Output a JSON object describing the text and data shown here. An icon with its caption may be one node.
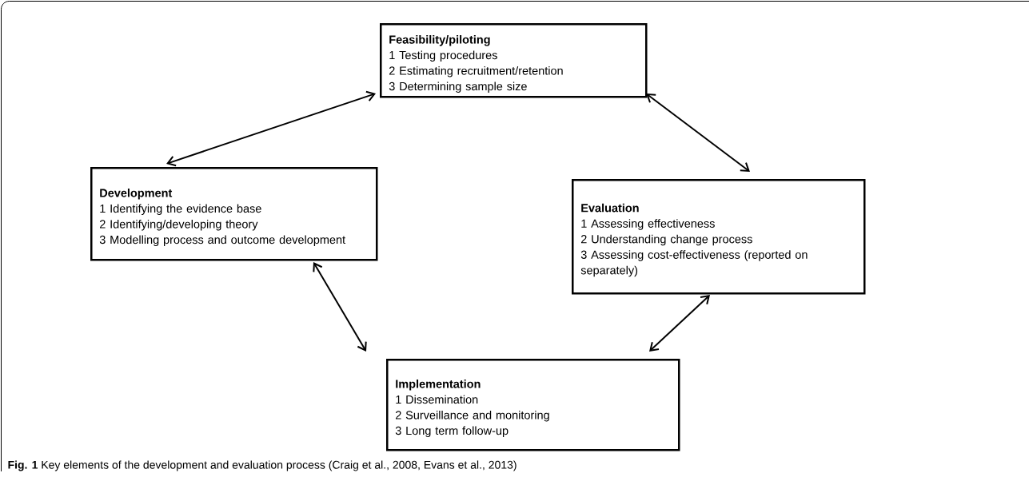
{
  "diagram": {
    "caption": "**Fig. 1** Key elements of the development and evaluation process (Craig et al., 2008, Evans et al., 2013)",
    "nodes": [
      {
        "text": [
          "Feasibility/piloting",
          "1 Testing procedures",
          "2 Estimating recruitment/retention",
          "3 Determining sample size"
        ]
      },
      {
        "text": [
          "Development",
          "1 Identifying the evidence base",
          "2 Identifying/developing theory",
          "3 Modelling process and outcome development"
        ]
      },
      {
        "text": [
          "Evaluation",
          "1 Assessing effectiveness",
          "2 Understanding change process",
          "3 Assessing cost-effectiveness (reported on separately)"
        ]
      },
      {
        "text": [
          "Implementation",
          "1 Dissemination",
          "2 Surveillance and monitoring",
          "3 Long term follow-up"
        ]
      }
    ],
    "edges": [
      {
        "from": 1,
        "to": 0,
        "arrow": "both"
      },
      {
        "from": 0,
        "to": 2,
        "arrow": "both"
      },
      {
        "from": 1,
        "to": 3,
        "arrow": "both"
      },
      {
        "from": 2,
        "to": 3,
        "arrow": "both"
      }
    ]
  }
}
